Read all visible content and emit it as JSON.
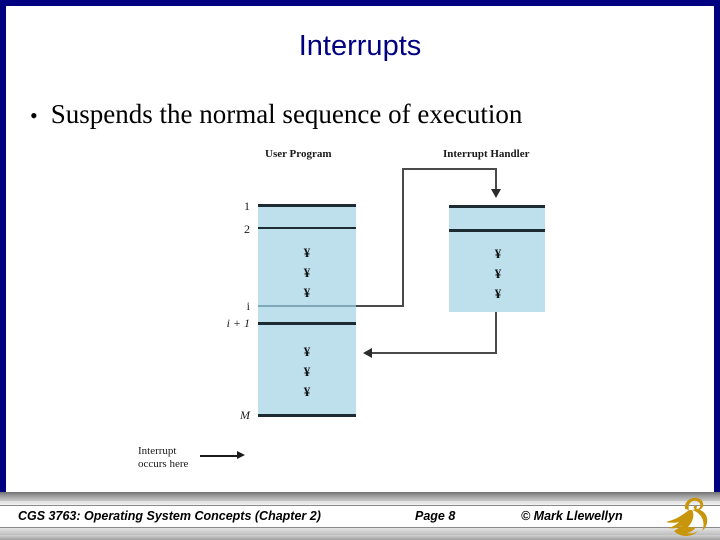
{
  "slide": {
    "title": "Interrupts",
    "accent_color": "#000080",
    "bullet_marker": "•",
    "bullets": [
      "Suspends the normal sequence of execution"
    ]
  },
  "figure": {
    "headings": {
      "user_program": "User Program",
      "interrupt_handler": "Interrupt Handler"
    },
    "box_fill_color": "#bde0ec",
    "line_color": "#1d2b33",
    "user_program": {
      "line_labels": [
        "1",
        "2",
        "i",
        "i + 1",
        "M"
      ],
      "upper_dots": "⦙",
      "lower_dots": "⦙",
      "dot_glyphs": [
        "¥",
        "¥",
        "¥"
      ]
    },
    "interrupt_handler": {
      "dot_glyphs": [
        "¥",
        "¥",
        "¥"
      ]
    },
    "annotation": {
      "line1": "Interrupt",
      "line2": "occurs here"
    }
  },
  "footer": {
    "course": "CGS 3763: Operating System Concepts  (Chapter 2)",
    "page": "Page 8",
    "copyright": "© Mark Llewellyn",
    "logo_color": "#c8960c",
    "logo_name": "ucf-pegasus-logo"
  }
}
